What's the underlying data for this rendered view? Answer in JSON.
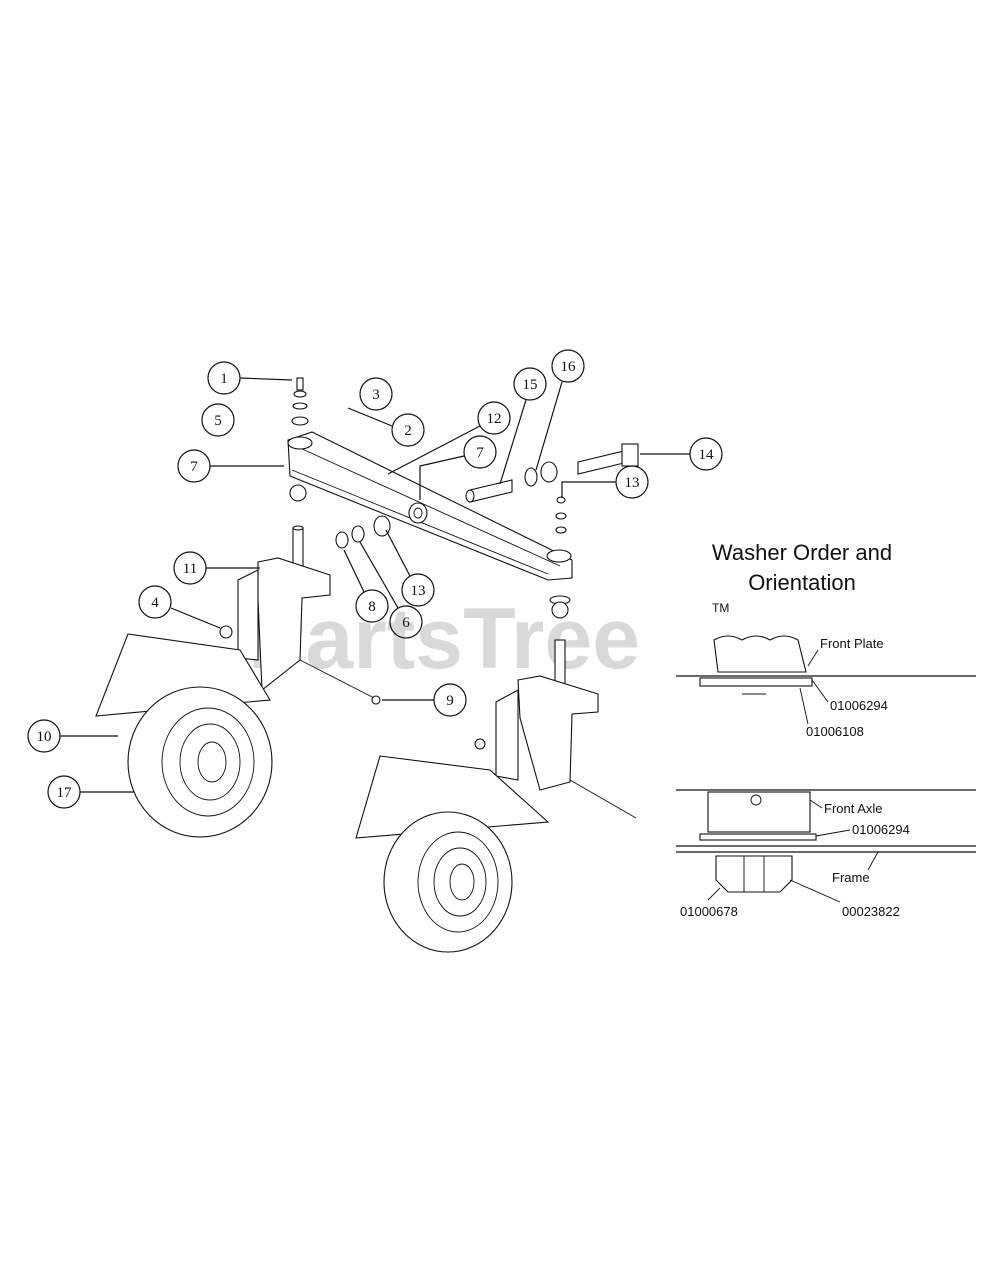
{
  "watermark": {
    "text": "PartsTree",
    "tm": "TM"
  },
  "callouts": [
    "1",
    "2",
    "3",
    "4",
    "5",
    "6",
    "7",
    "7",
    "8",
    "9",
    "10",
    "11",
    "12",
    "13",
    "13",
    "14",
    "15",
    "16",
    "17"
  ],
  "inset": {
    "title_line1": "Washer Order and",
    "title_line2": "Orientation",
    "top": {
      "front_plate": "Front Plate",
      "part_a": "01006294",
      "part_b": "01006108"
    },
    "bottom": {
      "front_axle": "Front Axle",
      "part_a": "01006294",
      "frame": "Frame",
      "part_c": "01000678",
      "part_d": "00023822"
    }
  }
}
